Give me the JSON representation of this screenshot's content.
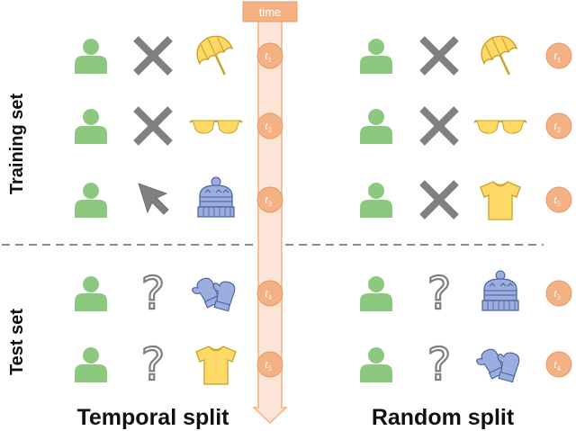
{
  "row_labels": {
    "training": "Training set",
    "test": "Test set"
  },
  "panels": {
    "temporal": {
      "title": "Temporal split",
      "time_label": "time",
      "rows": [
        {
          "action": "dislike",
          "item": "umbrella",
          "time": "t",
          "sub": "1"
        },
        {
          "action": "dislike",
          "item": "sunglasses",
          "time": "t",
          "sub": "2"
        },
        {
          "action": "click",
          "item": "beanie",
          "time": "t",
          "sub": "3"
        },
        {
          "action": "unknown",
          "item": "mittens",
          "time": "t",
          "sub": "4"
        },
        {
          "action": "unknown",
          "item": "tshirt",
          "time": "t",
          "sub": "5"
        }
      ]
    },
    "random": {
      "title": "Random split",
      "rows": [
        {
          "action": "dislike",
          "item": "umbrella",
          "time": "t",
          "sub": "1"
        },
        {
          "action": "dislike",
          "item": "sunglasses",
          "time": "t",
          "sub": "2"
        },
        {
          "action": "dislike",
          "item": "tshirt",
          "time": "t",
          "sub": "5"
        },
        {
          "action": "unknown",
          "item": "beanie",
          "time": "t",
          "sub": "3"
        },
        {
          "action": "unknown",
          "item": "mittens",
          "time": "t",
          "sub": "4"
        }
      ]
    }
  },
  "colors": {
    "user": "#8cc97e",
    "cross": "#808080",
    "question": "#7f7f7f",
    "item_yellow": "#ffd966",
    "item_blue": "#9aaee0",
    "time_node": "#f4b183",
    "time_bar": "#fbe5d6",
    "divider": "#666666"
  }
}
